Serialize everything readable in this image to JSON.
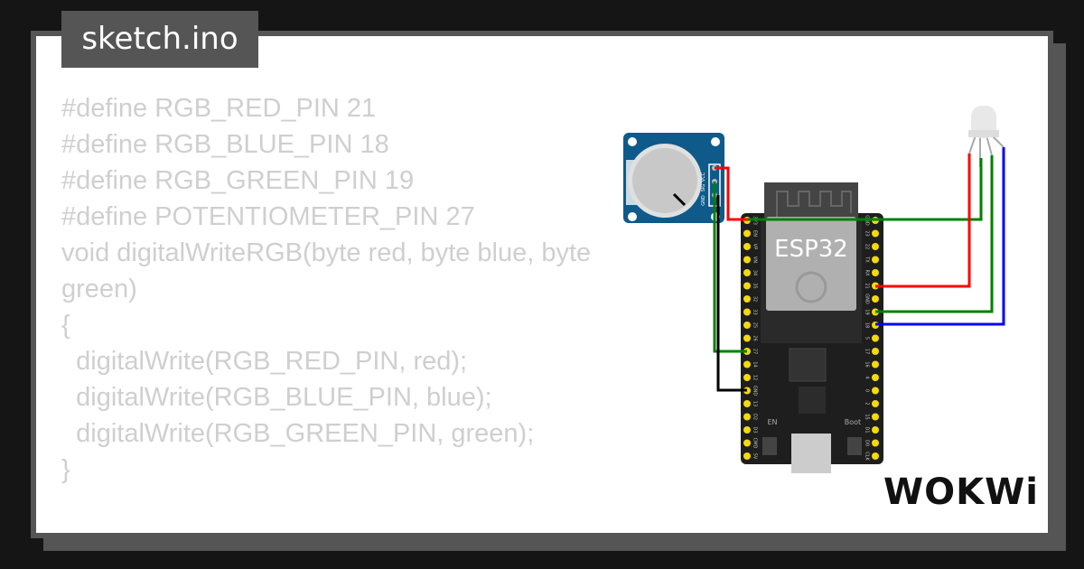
{
  "file_tab": {
    "label": "sketch.ino"
  },
  "code_lines": [
    "#define RGB_RED_PIN 21",
    "#define RGB_BLUE_PIN 18",
    "#define RGB_GREEN_PIN 19",
    "#define POTENTIOMETER_PIN 27",
    "void digitalWriteRGB(byte red, byte blue, byte green)",
    "{",
    "  digitalWrite(RGB_RED_PIN, red);",
    "  digitalWrite(RGB_BLUE_PIN, blue);",
    "  digitalWrite(RGB_GREEN_PIN, green);",
    "}"
  ],
  "board": {
    "chip_label": "ESP32",
    "left_pins": [
      "3V3",
      "EN",
      "VP",
      "VN",
      "34",
      "35",
      "32",
      "33",
      "25",
      "26",
      "27",
      "14",
      "12",
      "GND",
      "13",
      "D2",
      "D3",
      "CMD",
      "5V"
    ],
    "right_pins": [
      "GND",
      "23",
      "22",
      "TX",
      "RX",
      "21",
      "GND",
      "19",
      "18",
      "5",
      "17",
      "16",
      "4",
      "0",
      "2",
      "15",
      "D1",
      "D0",
      "CLK"
    ],
    "button_en": "EN",
    "button_boot": "Boot"
  },
  "potentiometer": {
    "pins": [
      "VCC",
      "SIG",
      "GND"
    ]
  },
  "wire_colors": {
    "red": "#ff0000",
    "green": "#008000",
    "blue": "#0000ff",
    "black": "#000000"
  },
  "brand": {
    "logo": "WOKWi"
  }
}
